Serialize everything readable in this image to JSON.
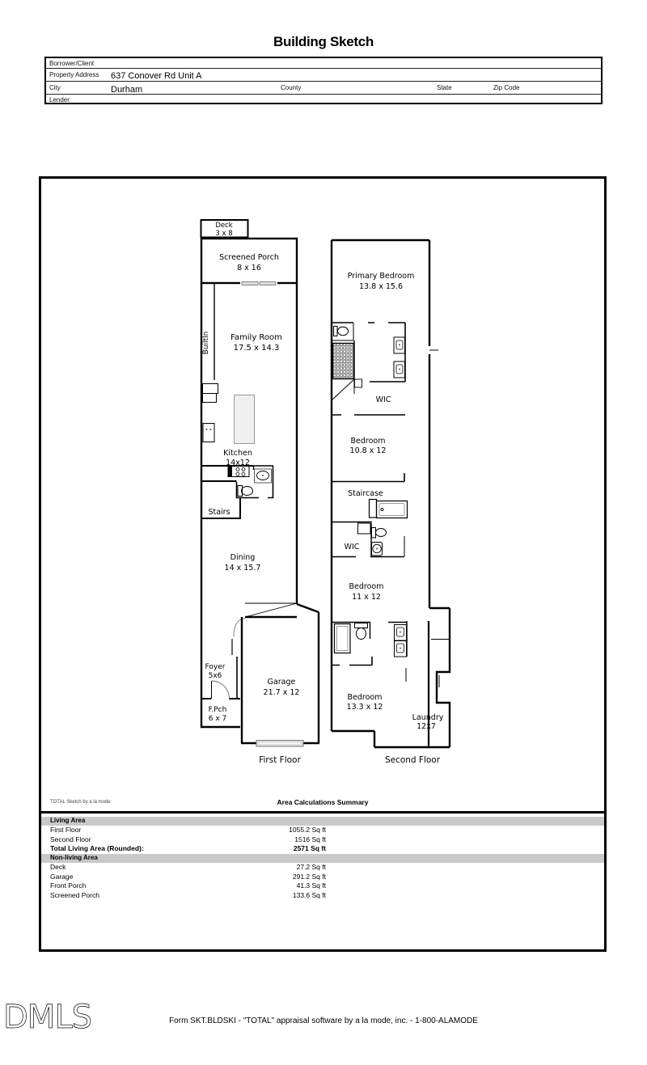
{
  "title": "Building Sketch",
  "form": {
    "borrower_label": "Borrower/Client",
    "property_label": "Property Address",
    "property_value": "637 Conover Rd Unit A",
    "city_label": "City",
    "city_value": "Durham",
    "county_label": "County",
    "state_label": "State",
    "zip_label": "Zip Code",
    "lender_label": "Lender"
  },
  "sketch": {
    "first_floor": {
      "caption": "First Floor",
      "rooms": {
        "deck": {
          "line1": "Deck",
          "line2": "3 x 8"
        },
        "screened_porch": {
          "line1": "Screened Porch",
          "line2": "8 x 16"
        },
        "builtin": "BuiltIn",
        "family_room": {
          "line1": "Family Room",
          "line2": "17.5 x 14.3"
        },
        "kitchen": {
          "line1": "Kitchen",
          "line2": "14x12"
        },
        "stairs": "Stairs",
        "dining": {
          "line1": "Dining",
          "line2": "14 x 15.7"
        },
        "foyer": {
          "line1": "Foyer",
          "line2": "5x6"
        },
        "front_porch": {
          "line1": "F.Pch",
          "line2": "6 x 7"
        },
        "garage": {
          "line1": "Garage",
          "line2": "21.7 x 12"
        }
      }
    },
    "second_floor": {
      "caption": "Second Floor",
      "rooms": {
        "primary_bedroom": {
          "line1": "Primary Bedroom",
          "line2": "13.8 x 15.6"
        },
        "wic_upper": "WIC",
        "bedroom2": {
          "line1": "Bedroom",
          "line2": "10.8 x 12"
        },
        "staircase": "Staircase",
        "wic_lower": "WIC",
        "bedroom3": {
          "line1": "Bedroom",
          "line2": "11 x 12"
        },
        "bedroom4": {
          "line1": "Bedroom",
          "line2": "13.3 x 12"
        },
        "laundry": {
          "line1": "Laundry",
          "line2": "12x7"
        }
      }
    }
  },
  "summary": {
    "watermark": "TOTAL Sketch by a la mode",
    "title": "Area Calculations Summary",
    "living_header": "Living Area",
    "living_rows": [
      {
        "label": "First Floor",
        "value": "1055.2 Sq ft"
      },
      {
        "label": "Second Floor",
        "value": "1516 Sq ft"
      }
    ],
    "total_row": {
      "label": "Total Living Area (Rounded):",
      "value": "2571 Sq ft"
    },
    "nonliving_header": "Non-living Area",
    "nonliving_rows": [
      {
        "label": "Deck",
        "value": "27.2 Sq ft"
      },
      {
        "label": "Garage",
        "value": "291.2 Sq ft"
      },
      {
        "label": "Front Porch",
        "value": "41.3 Sq ft"
      },
      {
        "label": "Screened Porch",
        "value": "133.6 Sq ft"
      }
    ]
  },
  "footer": {
    "logo": "DMLS",
    "text": "Form SKT.BLDSKI - \"TOTAL\" appraisal software by a la mode, inc. - 1-800-ALAMODE"
  }
}
